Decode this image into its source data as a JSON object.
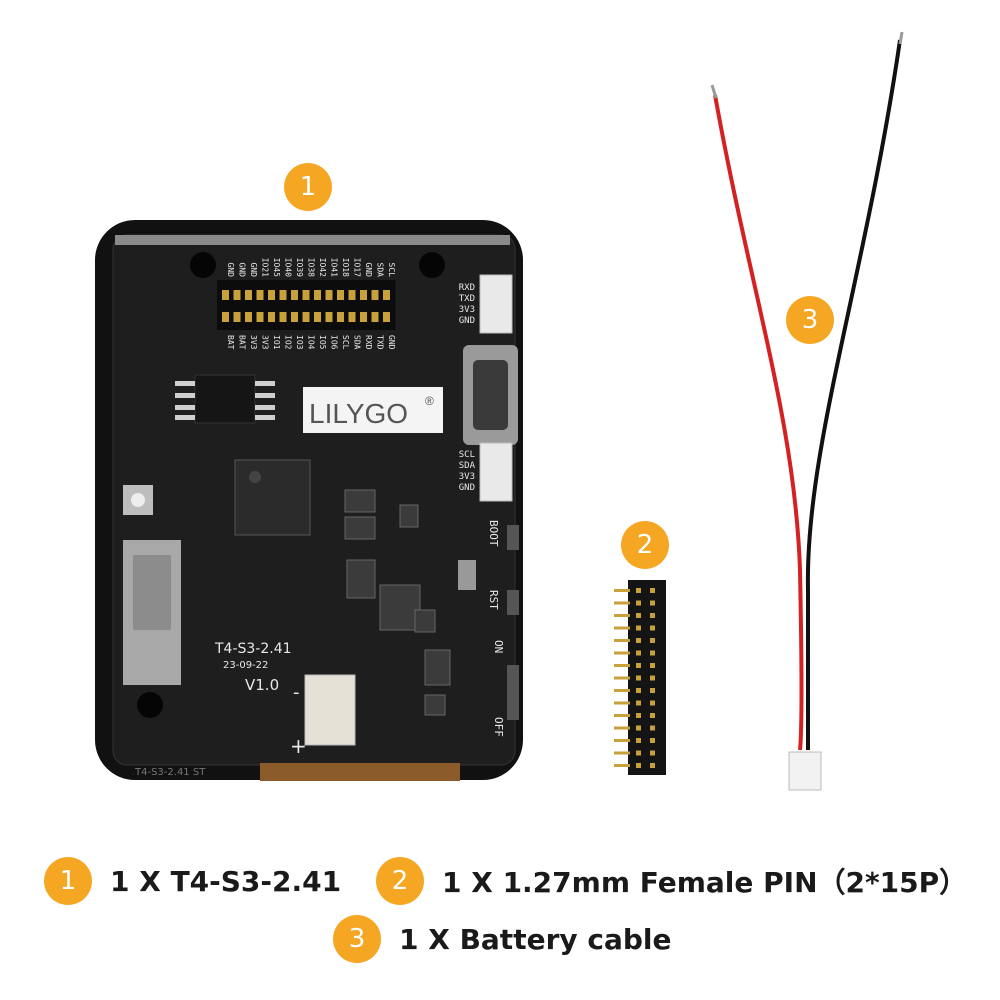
{
  "badges": {
    "board": "1",
    "header": "2",
    "cable": "3"
  },
  "board": {
    "brand": "LILYGO",
    "registered_mark": "®",
    "model": "T4-S3-2.41",
    "date": "23-09-22",
    "version": "V1.0",
    "bottom_edge_text": "T4-S3-2.41 ST",
    "header_top_row": [
      "GND",
      "GND",
      "GND",
      "IO21",
      "IO45",
      "IO40",
      "IO39",
      "IO38",
      "IO42",
      "IO41",
      "IO18",
      "IO17",
      "GND",
      "SDA",
      "SCL"
    ],
    "header_bottom_row": [
      "BAT",
      "BAT",
      "3V3",
      "3V3",
      "IO1",
      "IO2",
      "IO3",
      "IO4",
      "IO5",
      "IO6",
      "SCL",
      "SDA",
      "RXD",
      "TXD",
      "GND"
    ],
    "uart_connector_labels": [
      "RXD",
      "TXD",
      "3V3",
      "GND"
    ],
    "i2c_connector_labels": [
      "SCL",
      "SDA",
      "3V3",
      "GND"
    ],
    "button_boot": "BOOT",
    "button_rst": "RST",
    "switch_on": "ON",
    "switch_off": "OFF",
    "battery_minus": "-",
    "battery_plus": "+"
  },
  "captions": [
    {
      "badge": "1",
      "text": "1 X T4-S3-2.41"
    },
    {
      "badge": "2",
      "text": "1 X 1.27mm Female PIN（2*15P）"
    },
    {
      "badge": "3",
      "text": "1 X Battery cable"
    }
  ],
  "colors": {
    "badge": "#f5a623",
    "board": "#1b1b1b",
    "cable_red": "#d42121",
    "cable_black": "#111111",
    "gold_pin": "#c9a13b"
  }
}
